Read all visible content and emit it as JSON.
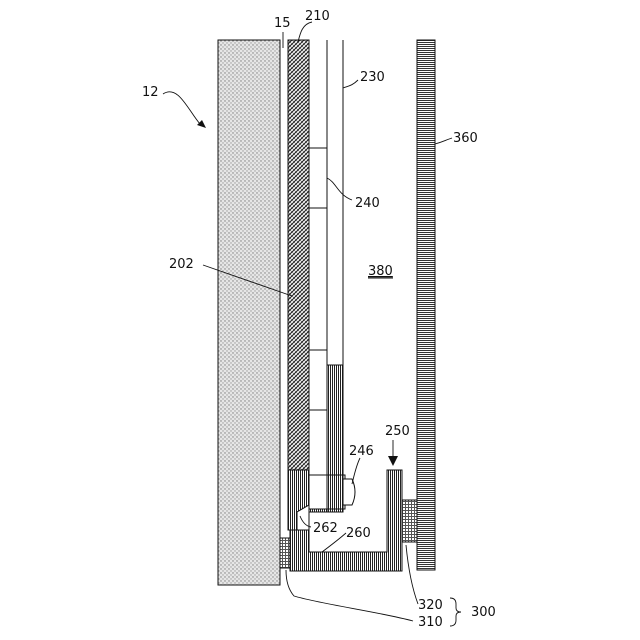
{
  "figure": {
    "labels": {
      "l12": "12",
      "l15": "15",
      "l210": "210",
      "l230": "230",
      "l360": "360",
      "l240": "240",
      "l202": "202",
      "l380": "380",
      "l250": "250",
      "l246": "246",
      "l262": "262",
      "l260": "260",
      "l320": "320",
      "l310": "310",
      "l300": "300"
    }
  }
}
